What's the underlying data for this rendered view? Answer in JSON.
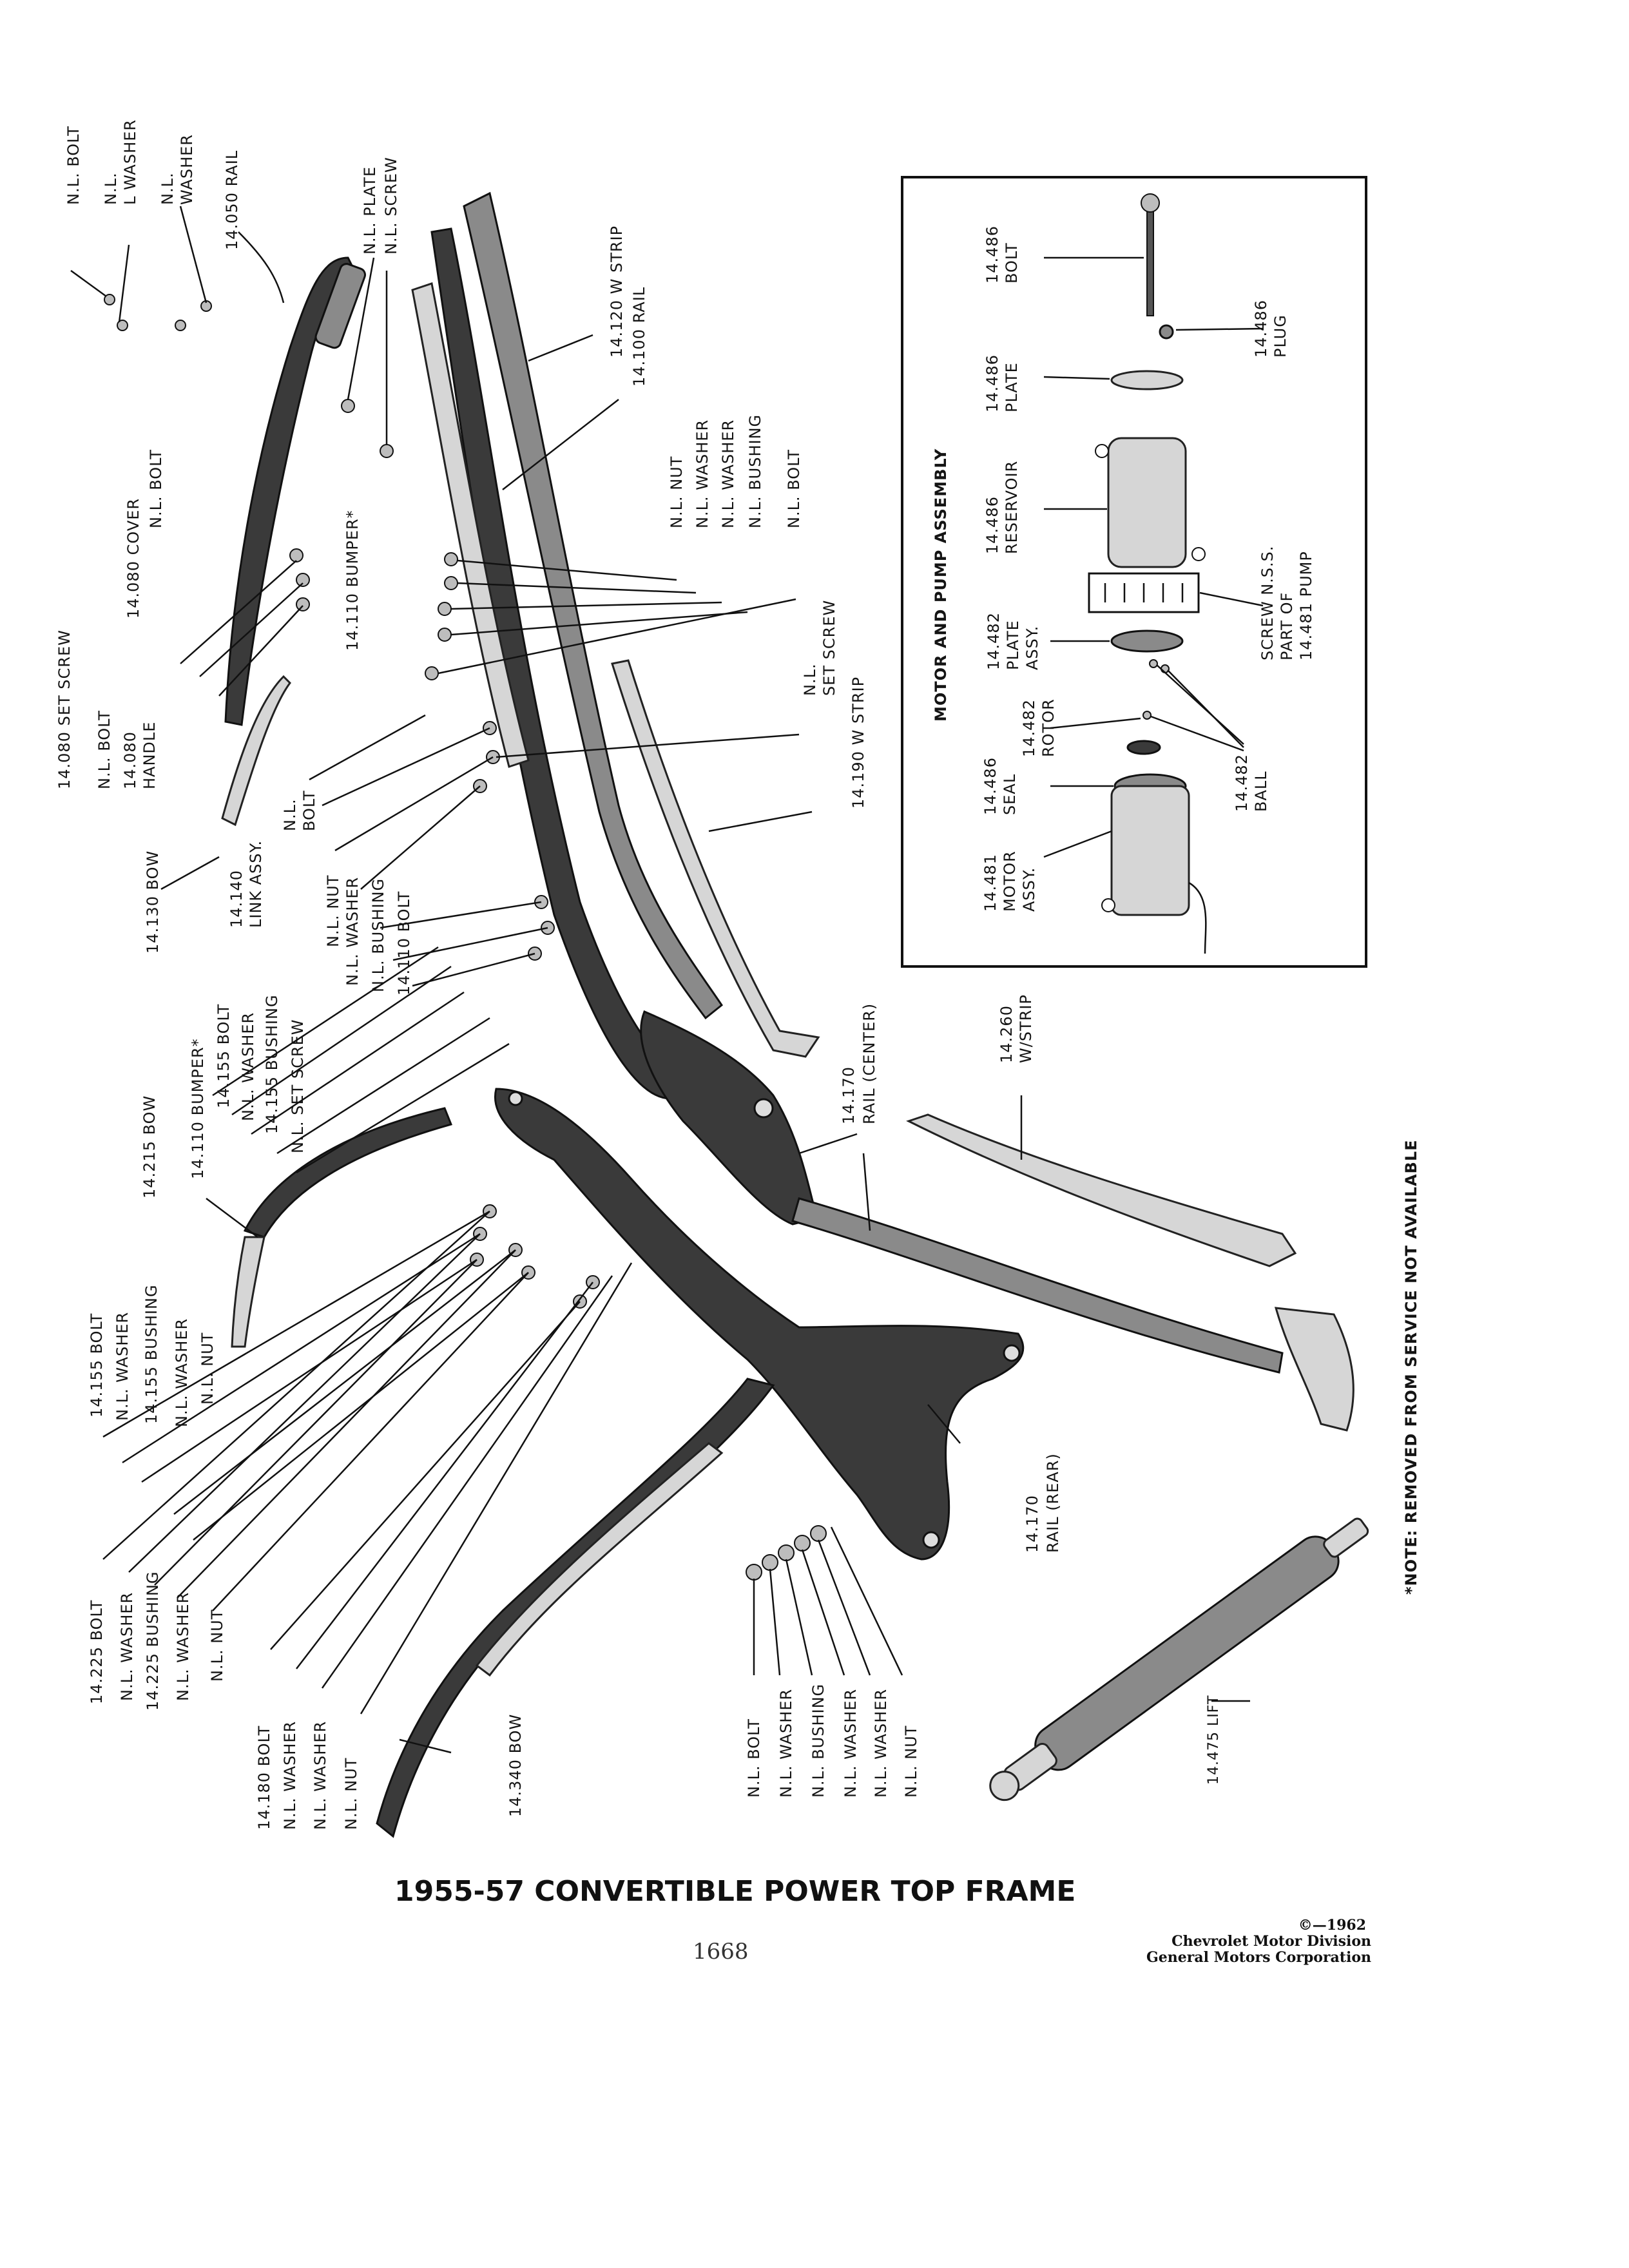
{
  "title": "1955-57 CONVERTIBLE POWER TOP FRAME",
  "page_number": "1668",
  "copyright": {
    "line1": "©—1962",
    "line2": "Chevrolet Motor Division",
    "line3": "General Motors Corporation"
  },
  "note": "*NOTE: REMOVED FROM SERVICE NOT AVAILABLE",
  "inset": {
    "title": "MOTOR AND PUMP ASSEMBLY",
    "labels": {
      "bolt_1": "14.486",
      "bolt_2": "BOLT",
      "plug_1": "14.486",
      "plug_2": "PLUG",
      "plate_1": "14.486",
      "plate_2": "PLATE",
      "reservoir_1": "14.486",
      "reservoir_2": "RESERVOIR",
      "screw_1": "SCREW N.S.S.",
      "screw_2": "PART OF",
      "screw_3": "14.481 PUMP",
      "plate_assy_1": "14.482",
      "plate_assy_2": "PLATE",
      "plate_assy_3": "ASSY.",
      "rotor_1": "14.482",
      "rotor_2": "ROTOR",
      "ball_1": "14.482",
      "ball_2": "BALL",
      "seal_1": "14.486",
      "seal_2": "SEAL",
      "motor_1": "14.481",
      "motor_2": "MOTOR",
      "motor_3": "ASSY."
    }
  },
  "labels": {
    "nl_bolt_top": "N.L. BOLT",
    "nl_l_washer_1": "N.L.",
    "nl_l_washer_2": "L WASHER",
    "nl_washer_top_1": "N.L.",
    "nl_washer_top_2": "WASHER",
    "rail_14050": "14.050 RAIL",
    "nl_plate": "N.L. PLATE",
    "nl_screw": "N.L. SCREW",
    "w_strip_14120": "14.120 W STRIP",
    "rail_14100": "14.100 RAIL",
    "nl_nut_a": "N.L. NUT",
    "nl_washer_a": "N.L. WASHER",
    "nl_washer_b": "N.L. WASHER",
    "nl_bushing_a": "N.L. BUSHING",
    "nl_bolt_a": "N.L. BOLT",
    "nl_bolt_b": "N.L. BOLT",
    "cover_14080": "14.080 COVER",
    "bumper_14110": "14.110 BUMPER*",
    "set_screw_14080": "14.080 SET SCREW",
    "nl_bolt_c": "N.L. BOLT",
    "handle_14080_1": "14.080",
    "handle_14080_2": "HANDLE",
    "nl_set_screw_1": "N.L.",
    "nl_set_screw_2": "SET SCREW",
    "w_strip_14190": "14.190 W STRIP",
    "bow_14130": "14.130 BOW",
    "link_14140_1": "14.140",
    "link_14140_2": "LINK ASSY.",
    "nl_bolt_d_1": "N.L.",
    "nl_bolt_d_2": "BOLT",
    "nl_nut_b": "N.L. NUT",
    "nl_washer_c": "N.L. WASHER",
    "nl_bushing_b": "N.L. BUSHING",
    "bolt_14110": "14.110 BOLT",
    "bumper_14110b": "14.110 BUMPER*",
    "bolt_14155a": "14.155 BOLT",
    "nl_washer_d": "N.L. WASHER",
    "bushing_14155a": "14.155 BUSHING",
    "nl_set_screw_b": "N.L. SET SCREW",
    "bow_14215": "14.215 BOW",
    "rail_center_1": "14.170",
    "rail_center_2": "RAIL (CENTER)",
    "w_strip_14260_1": "14.260",
    "w_strip_14260_2": "W/STRIP",
    "bolt_14155b": "14.155 BOLT",
    "nl_washer_e": "N.L. WASHER",
    "bushing_14155b": "14.155 BUSHING",
    "nl_washer_f": "N.L. WASHER",
    "nl_nut_c": "N.L. NUT",
    "rail_rear_1": "14.170",
    "rail_rear_2": "RAIL (REAR)",
    "bolt_14225": "14.225 BOLT",
    "nl_washer_g": "N.L. WASHER",
    "bushing_14225": "14.225 BUSHING",
    "nl_washer_h": "N.L. WASHER",
    "nl_nut_d": "N.L. NUT",
    "bolt_14180": "14.180 BOLT",
    "nl_washer_i": "N.L. WASHER",
    "nl_washer_j": "N.L. WASHER",
    "nl_nut_e": "N.L. NUT",
    "bow_14340": "14.340 BOW",
    "nl_bolt_e": "N.L. BOLT",
    "nl_washer_k": "N.L. WASHER",
    "nl_bushing_c": "N.L. BUSHING",
    "nl_washer_l": "N.L. WASHER",
    "nl_washer_m": "N.L. WASHER",
    "nl_nut_f": "N.L. NUT",
    "lift_14475": "14.475 LIFT"
  }
}
